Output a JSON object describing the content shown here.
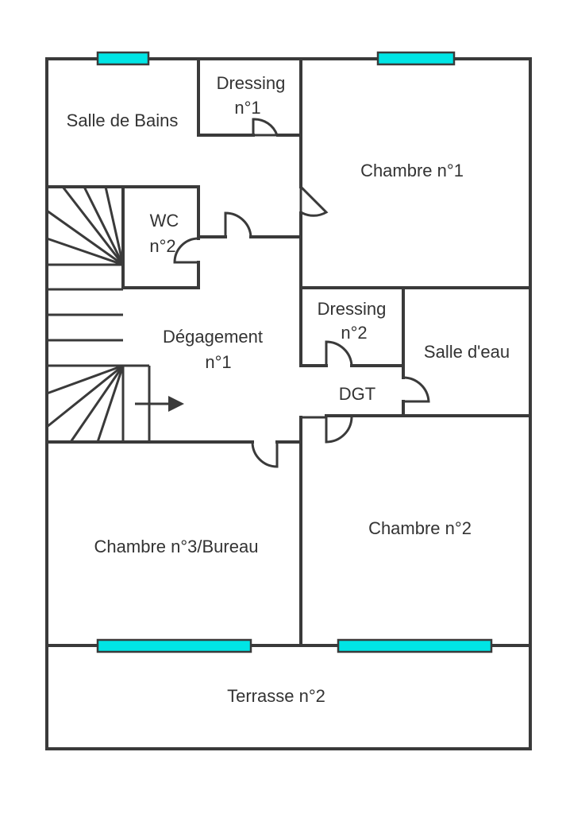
{
  "colors": {
    "walls": "#3a3a3a",
    "windows": "#00e5e5",
    "background": "#ffffff",
    "text": "#333333"
  },
  "icons": {
    "stair_direction": "arrow-right-icon"
  },
  "rooms": {
    "salle_de_bains": "Salle de Bains",
    "dressing1": [
      "Dressing",
      "n°1"
    ],
    "chambre1": "Chambre n°1",
    "wc2": [
      "WC",
      "n°2"
    ],
    "degagement1": [
      "Dégagement",
      "n°1"
    ],
    "dressing2": [
      "Dressing",
      "n°2"
    ],
    "salle_eau": "Salle d'eau",
    "dgt": "DGT",
    "chambre3": "Chambre n°3/Bureau",
    "chambre2": "Chambre n°2",
    "terrasse2": "Terrasse n°2"
  }
}
